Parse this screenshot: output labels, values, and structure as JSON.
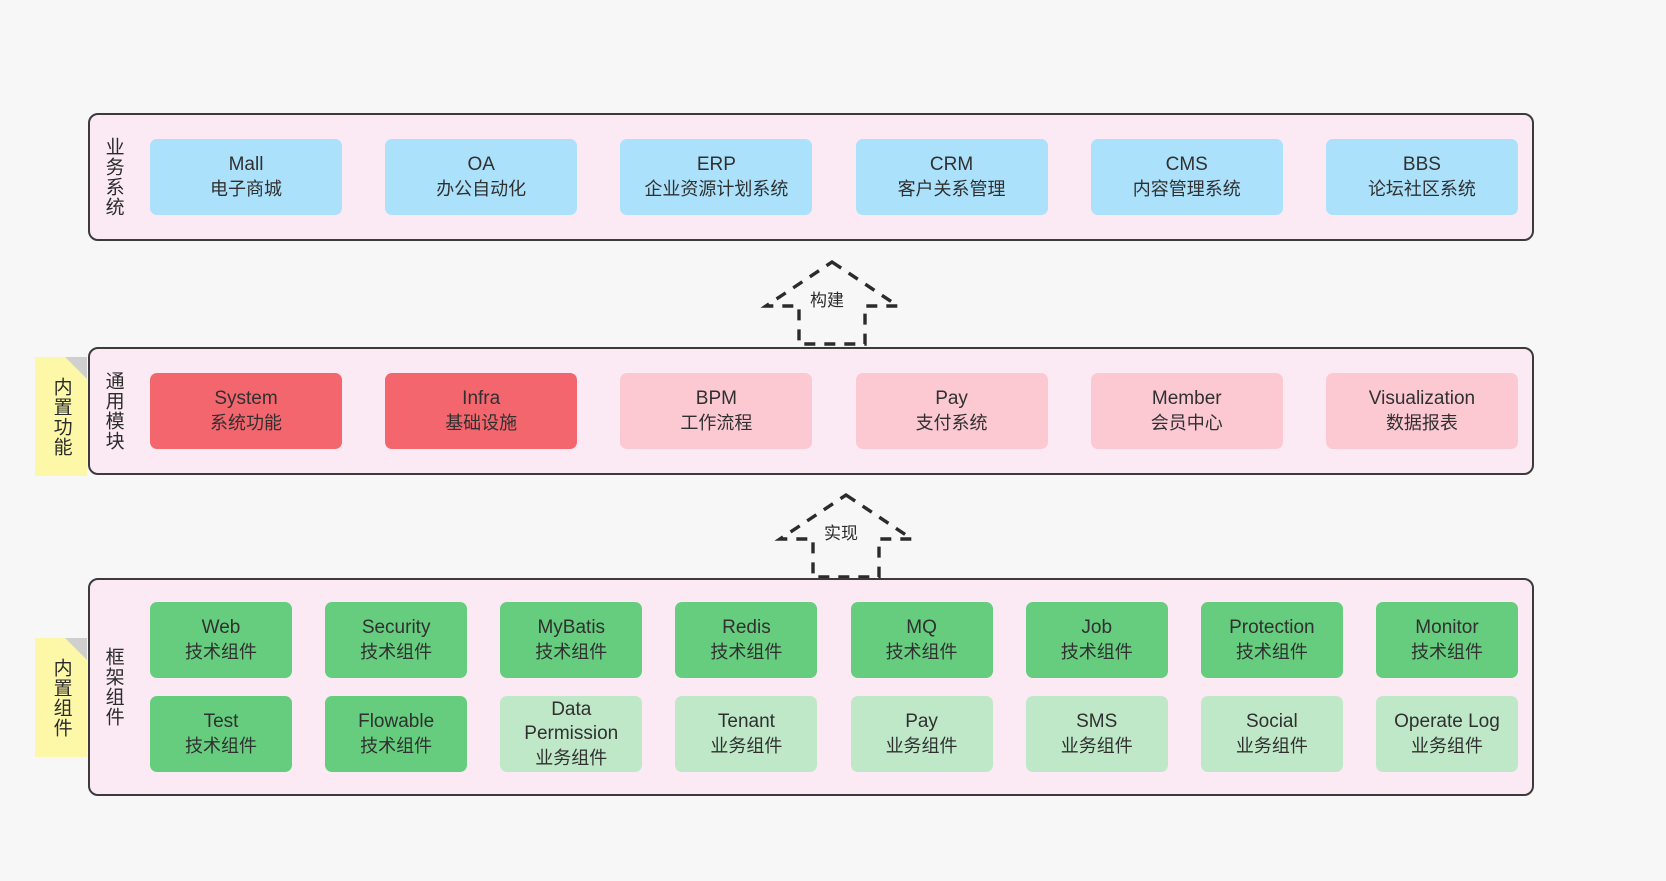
{
  "diagram": {
    "background": "#f7f7f7",
    "layers": [
      {
        "id": "business",
        "title": "业务系统",
        "items": [
          {
            "en": "Mall",
            "cn": "电子商城"
          },
          {
            "en": "OA",
            "cn": "办公自动化"
          },
          {
            "en": "ERP",
            "cn": "企业资源计划系统"
          },
          {
            "en": "CRM",
            "cn": "客户关系管理"
          },
          {
            "en": "CMS",
            "cn": "内容管理系统"
          },
          {
            "en": "BBS",
            "cn": "论坛社区系统"
          }
        ]
      },
      {
        "id": "modules",
        "title": "通用模块",
        "note": "内置功能",
        "items": [
          {
            "en": "System",
            "cn": "系统功能",
            "state": "on"
          },
          {
            "en": "Infra",
            "cn": "基础设施",
            "state": "on"
          },
          {
            "en": "BPM",
            "cn": "工作流程",
            "state": "off"
          },
          {
            "en": "Pay",
            "cn": "支付系统",
            "state": "off"
          },
          {
            "en": "Member",
            "cn": "会员中心",
            "state": "off"
          },
          {
            "en": "Visualization",
            "cn": "数据报表",
            "state": "off"
          }
        ]
      },
      {
        "id": "framework",
        "title": "框架组件",
        "note": "内置组件",
        "row1": [
          {
            "en": "Web",
            "cn": "技术组件",
            "kind": "tech"
          },
          {
            "en": "Security",
            "cn": "技术组件",
            "kind": "tech"
          },
          {
            "en": "MyBatis",
            "cn": "技术组件",
            "kind": "tech"
          },
          {
            "en": "Redis",
            "cn": "技术组件",
            "kind": "tech"
          },
          {
            "en": "MQ",
            "cn": "技术组件",
            "kind": "tech"
          },
          {
            "en": "Job",
            "cn": "技术组件",
            "kind": "tech"
          },
          {
            "en": "Protection",
            "cn": "技术组件",
            "kind": "tech"
          },
          {
            "en": "Monitor",
            "cn": "技术组件",
            "kind": "tech"
          }
        ],
        "row2": [
          {
            "en": "Test",
            "cn": "技术组件",
            "kind": "tech"
          },
          {
            "en": "Flowable",
            "cn": "技术组件",
            "kind": "tech"
          },
          {
            "en": "Data Permission",
            "cn": "业务组件",
            "kind": "biz"
          },
          {
            "en": "Tenant",
            "cn": "业务组件",
            "kind": "biz"
          },
          {
            "en": "Pay",
            "cn": "业务组件",
            "kind": "biz"
          },
          {
            "en": "SMS",
            "cn": "业务组件",
            "kind": "biz"
          },
          {
            "en": "Social",
            "cn": "业务组件",
            "kind": "biz"
          },
          {
            "en": "Operate Log",
            "cn": "业务组件",
            "kind": "biz"
          }
        ]
      }
    ],
    "connectors": [
      {
        "id": "build",
        "label": "构建"
      },
      {
        "id": "implement",
        "label": "实现"
      }
    ],
    "colors": {
      "band_fill": "#fbeaf4",
      "band_border": "#3b3b3b",
      "business_item": "#ace1fb",
      "module_active": "#f4666e",
      "module_inactive": "#fcc9d3",
      "tech_component": "#66cd7e",
      "biz_component": "#bfe8c8",
      "note_fill": "#fcf8a8",
      "note_fold": "#cfcfcf",
      "connector_stroke": "#2b2b2b"
    }
  }
}
